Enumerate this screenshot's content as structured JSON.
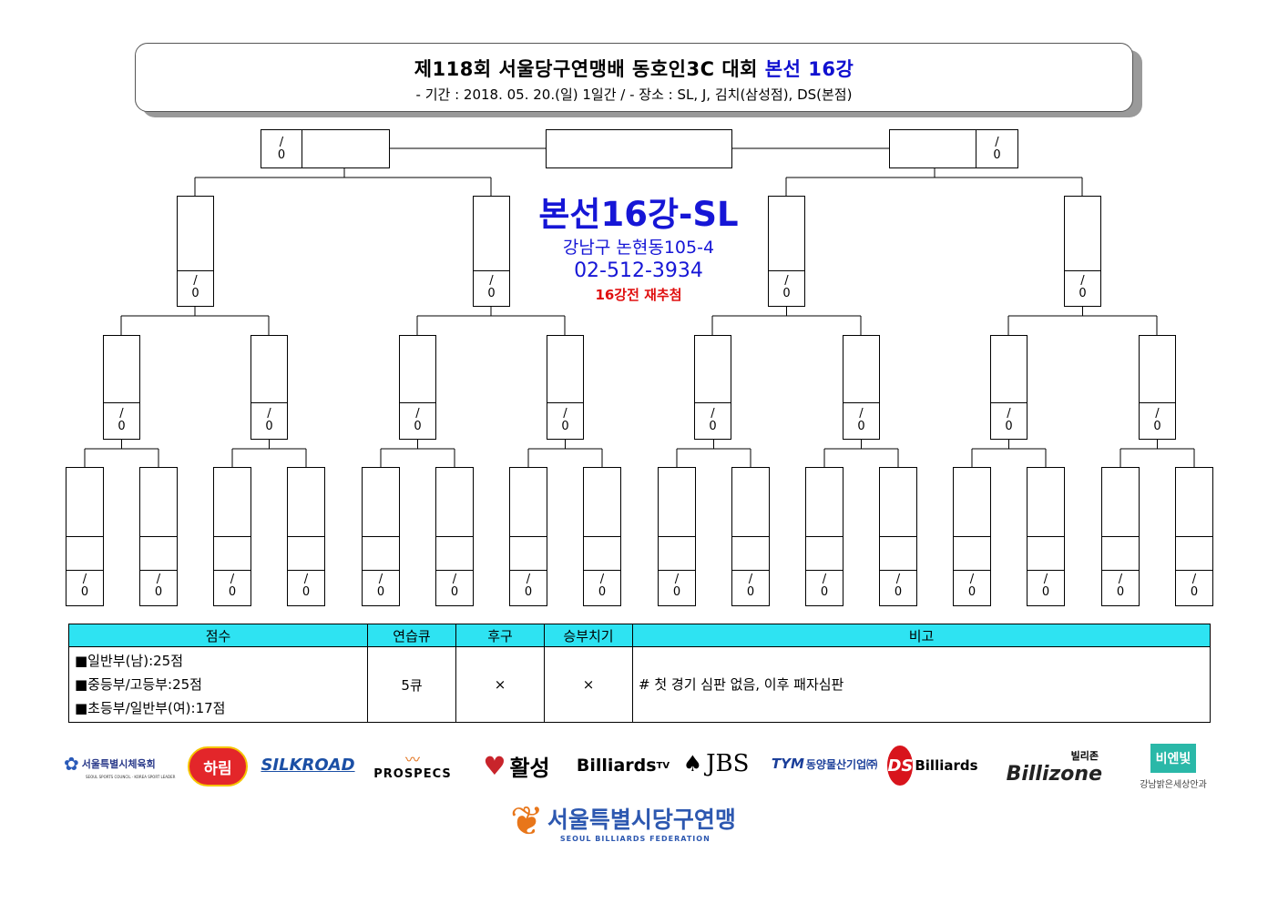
{
  "header": {
    "title_main": "제118회 서울당구연맹배 동호인3C 대회",
    "title_accent": "본선 16강",
    "subtitle": "- 기간 : 2018. 05. 20.(일) 1일간 / - 장소 : SL, J, 김치(삼성점), DS(본점)"
  },
  "center": {
    "title": "본선16강-SL",
    "address": "강남구 논현동105-4",
    "phone": "02-512-3934",
    "note": "16강전 재추첨"
  },
  "bracket": {
    "score_text": "/\n0",
    "score_top": "/",
    "score_bottom": "0",
    "round16_count": 16,
    "quarter_count": 8,
    "semi_count": 4,
    "final_count": 2
  },
  "rules": {
    "headers": [
      "점수",
      "연습큐",
      "후구",
      "승부치기",
      "비고"
    ],
    "score_lines": [
      "■일반부(남):25점",
      "■중등부/고등부:25점",
      "■초등부/일반부(여):17점"
    ],
    "practice": "5큐",
    "break_shot": "×",
    "tiebreak": "×",
    "remark": "# 첫 경기 심판 없음, 이후 패자심판"
  },
  "sponsors": {
    "s1": "서울특별시체육회",
    "s1_sub": "SEOUL SPORTS COUNCIL · KOREA SPORT LEADER",
    "s2": "하림",
    "s3": "SILKROAD",
    "s4": "PROSPECS",
    "s5": "활성",
    "s6": "Billiards",
    "s6_sup": "TV",
    "s7": "JBS",
    "s8_logo": "TYM",
    "s8": "동양물산기업㈜",
    "s9_logo": "DS",
    "s9": "Billiards",
    "s10_top": "빌리존",
    "s10": "Billizone",
    "s11": "비엔빛",
    "s11_sub": "강남밝은세상안과"
  },
  "federation": {
    "name": "서울특별시당구연맹",
    "sub": "SEOUL BILLIARDS FEDERATION"
  }
}
